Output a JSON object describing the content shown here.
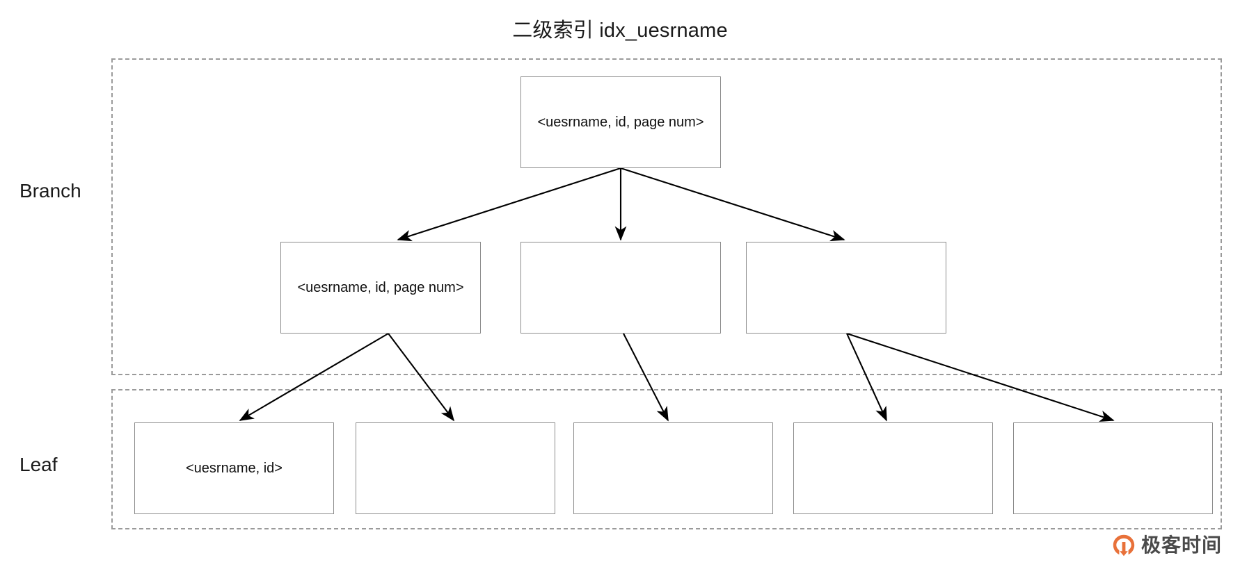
{
  "title": "二级索引 idx_uesrname",
  "levels": [
    {
      "id": "branch",
      "label": "Branch"
    },
    {
      "id": "leaf",
      "label": "Leaf"
    }
  ],
  "nodes": {
    "root": {
      "text": "<uesrname, id, page num>"
    },
    "branch": [
      {
        "text": "<uesrname, id, page num>"
      },
      {
        "text": ""
      },
      {
        "text": ""
      }
    ],
    "leaf": [
      {
        "text": "<uesrname, id>"
      },
      {
        "text": ""
      },
      {
        "text": ""
      },
      {
        "text": ""
      },
      {
        "text": ""
      }
    ]
  },
  "watermark": {
    "text": "极客时间",
    "logo_icon": "geekbang-logo-icon",
    "logo_color": "#E8713A"
  },
  "colors": {
    "node_border": "#8c8c8c",
    "group_border": "#9a9a9a",
    "arrow": "#000000",
    "text": "#111111",
    "background": "#ffffff"
  },
  "chart_data": {
    "type": "diagram",
    "diagram_kind": "b+tree-index",
    "title": "二级索引 idx_uesrname",
    "groups": [
      "Branch",
      "Leaf"
    ],
    "node_counts": {
      "root": 1,
      "branch": 3,
      "leaf": 5
    },
    "edges": [
      {
        "from": "root",
        "to": "branch-0"
      },
      {
        "from": "root",
        "to": "branch-1"
      },
      {
        "from": "root",
        "to": "branch-2"
      },
      {
        "from": "branch-0",
        "to": "leaf-0"
      },
      {
        "from": "branch-0",
        "to": "leaf-1"
      },
      {
        "from": "branch-1",
        "to": "leaf-2"
      },
      {
        "from": "branch-2",
        "to": "leaf-3"
      },
      {
        "from": "branch-2",
        "to": "leaf-4"
      }
    ]
  }
}
